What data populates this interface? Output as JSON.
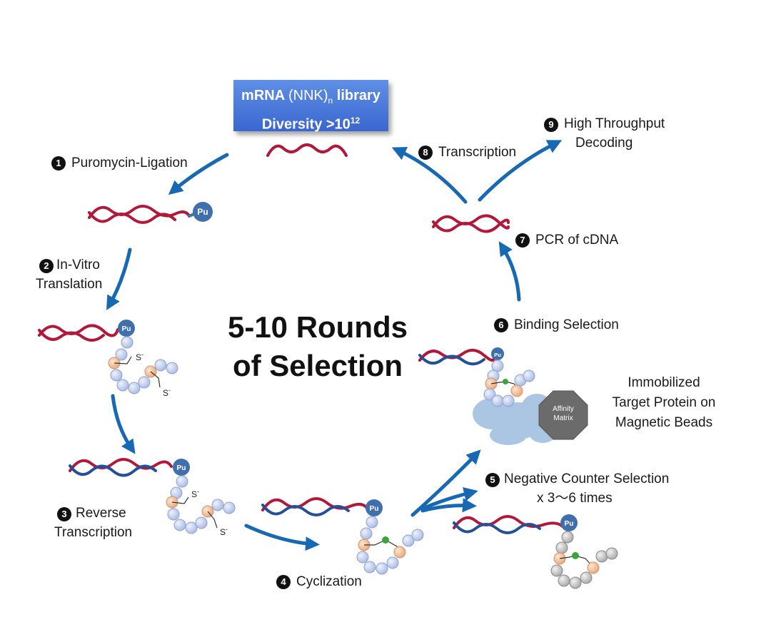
{
  "library": {
    "line1_a": "mRNA",
    "line1_b": "(NNK)",
    "line1_sub": "n",
    "line1_c": "library",
    "line2": "Diversity >10",
    "line2_sup": "12"
  },
  "center": {
    "line1": "5-10 Rounds",
    "line2": "of Selection"
  },
  "steps": [
    {
      "number": "1",
      "label": "Puromycin-Ligation"
    },
    {
      "number": "2",
      "label_line1": "In-Vitro",
      "label_line2": "Translation"
    },
    {
      "number": "3",
      "label_line1": "Reverse",
      "label_line2": "Transcription"
    },
    {
      "number": "4",
      "label": "Cyclization"
    },
    {
      "number": "5",
      "label_line1": "Negative  Counter Selection",
      "label_line2": "x 3～6 times"
    },
    {
      "number": "6",
      "label": "Binding Selection"
    },
    {
      "number": "7",
      "label": "PCR of cDNA"
    },
    {
      "number": "8",
      "label": "Transcription"
    },
    {
      "number": "9",
      "label_line1": "High Throughput",
      "label_line2": "Decoding"
    }
  ],
  "target": {
    "line1": "Immobilized",
    "line2": "Target Protein on",
    "line3": "Magnetic  Beads"
  },
  "affinity": {
    "line1": "Affinity",
    "line2": "Matrix"
  },
  "puromycin_tag": "Pu",
  "thiol_label": "S",
  "thiol_charge": "-",
  "colors": {
    "mrna": "#b3173a",
    "cdna": "#24509a",
    "peptide_bead": "#c3d0ee",
    "cys_bead": "#f2c29e",
    "linker": "#3aa53a",
    "arrow": "#1769b3",
    "puromycin": "#3f6fad",
    "library_box": "#4a79dd",
    "octagon": "#6b6b6b",
    "grey_bead": "#cfcfcf",
    "protein": "#8fb3d9"
  }
}
